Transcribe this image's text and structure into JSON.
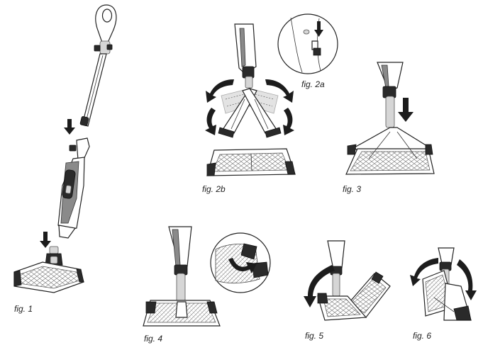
{
  "figures": [
    {
      "id": "fig1",
      "caption": "fig. 1"
    },
    {
      "id": "fig2a",
      "caption": "fig. 2a"
    },
    {
      "id": "fig2b",
      "caption": "fig. 2b"
    },
    {
      "id": "fig3",
      "caption": "fig. 3"
    },
    {
      "id": "fig4",
      "caption": "fig. 4"
    },
    {
      "id": "fig5",
      "caption": "fig. 5"
    },
    {
      "id": "fig6",
      "caption": "fig. 6"
    }
  ]
}
